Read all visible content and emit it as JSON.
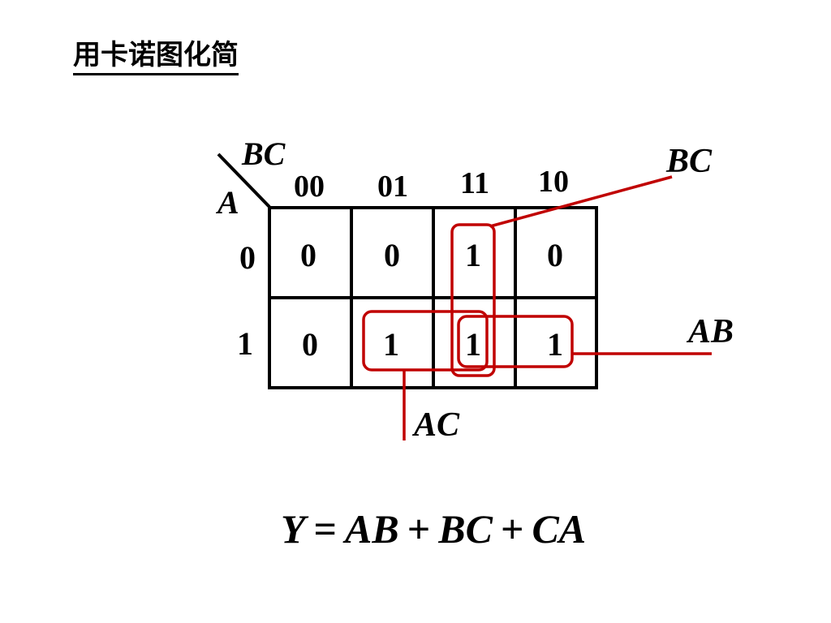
{
  "title": "用卡诺图化简",
  "kmap": {
    "col_var": "BC",
    "row_var": "A",
    "col_headers": [
      "00",
      "01",
      "11",
      "10"
    ],
    "row_headers": [
      "0",
      "1"
    ],
    "cells": [
      [
        "0",
        "0",
        "1",
        "0"
      ],
      [
        "0",
        "1",
        "1",
        "1"
      ]
    ]
  },
  "groups": [
    {
      "label": "BC"
    },
    {
      "label": "AB"
    },
    {
      "label": "AC"
    }
  ],
  "equation": {
    "lhs": "Y",
    "equals": "=",
    "terms": [
      "AB",
      "BC",
      "CA"
    ],
    "plus": "+"
  },
  "colors": {
    "group": "#c00000",
    "grid": "#000000"
  }
}
